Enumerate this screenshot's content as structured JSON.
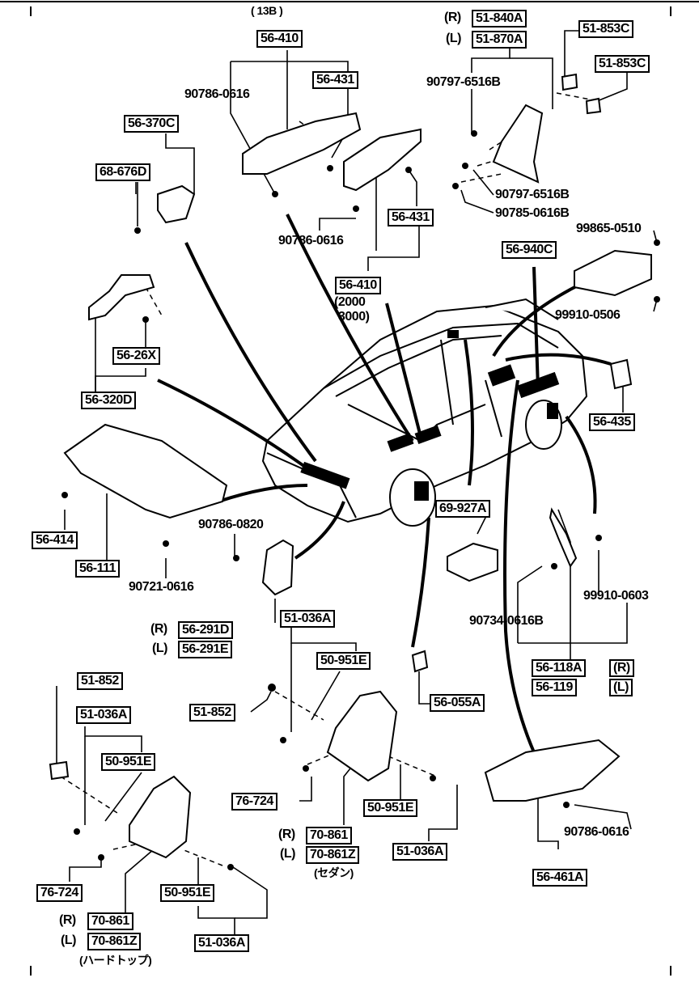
{
  "diagram": {
    "labels": {
      "engine_note": "( 13B )",
      "p56_410_top": "56-410",
      "p56_431_top": "56-431",
      "b90786_0616_top": "90786-0616",
      "p56_370c": "56-370C",
      "p68_676d": "68-676D",
      "r_mark_1": "(R)",
      "l_mark_1": "(L)",
      "p51_840a": "51-840A",
      "p51_870a": "51-870A",
      "p51_853c_a": "51-853C",
      "p51_853c_b": "51-853C",
      "b90797_6516b_a": "90797-6516B",
      "b90797_6516b_b": "90797-6516B",
      "b90785_0616b": "90785-0616B",
      "p56_431_mid": "56-431",
      "b90786_0616_mid": "90786-0616",
      "b99865_0510": "99865-0510",
      "p56_940c": "56-940C",
      "b99910_0506": "99910-0506",
      "p56_410_mid": "56-410",
      "note_2000": "(2000",
      "note_3000": "3000)",
      "p56_26x": "56-26X",
      "p56_320d": "56-320D",
      "p56_435": "56-435",
      "p56_414": "56-414",
      "p56_111": "56-111",
      "b90721_0616": "90721-0616",
      "b90786_0820": "90786-0820",
      "p69_927a": "69-927A",
      "r_mark_2": "(R)",
      "l_mark_2": "(L)",
      "p56_291d": "56-291D",
      "p56_291e": "56-291E",
      "p51_036a_top": "51-036A",
      "b99910_0603": "99910-0603",
      "b90734_0616b": "90734-0616B",
      "p50_951e_mid": "50-951E",
      "p56_118a": "56-118A",
      "p56_119": "56-119",
      "r_mark_3": "(R)",
      "l_mark_3": "(L)",
      "p51_852_left": "51-852",
      "p51_852_mid": "51-852",
      "p56_055a": "56-055A",
      "p51_036a_left": "51-036A",
      "p50_951e_left": "50-951E",
      "p76_724_mid": "76-724",
      "p50_951e_low": "50-951E",
      "p51_036a_low": "51-036A",
      "b90786_0616_low": "90786-0616",
      "r_mark_4": "(R)",
      "l_mark_4": "(L)",
      "p70_861_mid": "70-861",
      "p70_861z_mid": "70-861Z",
      "note_sedan": "(セダン)",
      "p56_461a": "56-461A",
      "p76_724_left": "76-724",
      "p50_951e_bot": "50-951E",
      "p51_036a_bot": "51-036A",
      "r_mark_5": "(R)",
      "l_mark_5": "(L)",
      "p70_861_left": "70-861",
      "p70_861z_left": "70-861Z",
      "note_hardtop": "(ハードトップ)"
    }
  }
}
